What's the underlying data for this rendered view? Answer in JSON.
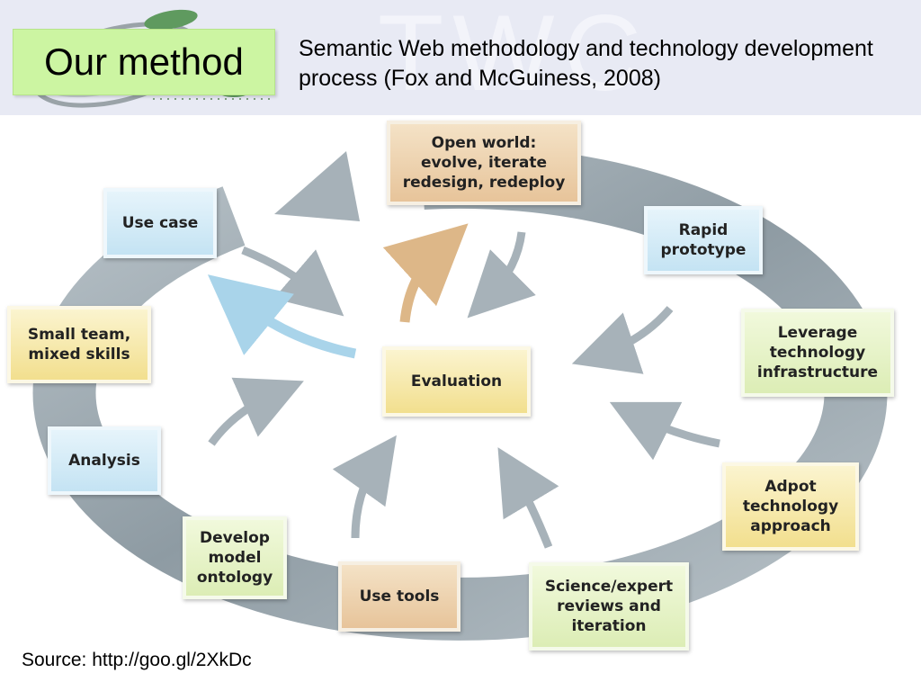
{
  "title": "Our method",
  "subtitle": "Semantic Web methodology and technology development process (Fox and McGuiness, 2008)",
  "diagram": {
    "center": "Evaluation",
    "steps": [
      {
        "label": "Open world:\nevolve, iterate\nredesign, redeploy",
        "color": "tan"
      },
      {
        "label": "Rapid\nprototype",
        "color": "blue"
      },
      {
        "label": "Leverage\ntechnology\ninfrastructure",
        "color": "green"
      },
      {
        "label": "Adpot\ntechnology\napproach",
        "color": "yellow"
      },
      {
        "label": "Science/expert\nreviews and\niteration",
        "color": "green"
      },
      {
        "label": "Use tools",
        "color": "tan"
      },
      {
        "label": "Develop\nmodel\nontology",
        "color": "green"
      },
      {
        "label": "Analysis",
        "color": "blue"
      },
      {
        "label": "Small team,\nmixed skills",
        "color": "yellow"
      },
      {
        "label": "Use case",
        "color": "blue"
      }
    ]
  },
  "source": "Source: http://goo.gl/2XkDc"
}
